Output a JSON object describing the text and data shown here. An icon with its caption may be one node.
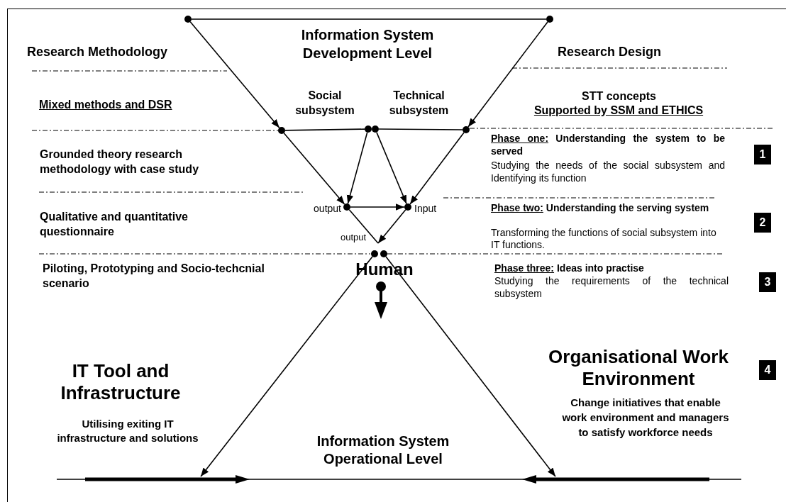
{
  "diagram": {
    "nodes": [
      {
        "text": [],
        "shape": "circle"
      },
      {
        "text": [],
        "shape": "circle"
      },
      {
        "text": [],
        "shape": "circle"
      },
      {
        "text": [],
        "shape": "circle"
      },
      {
        "text": [],
        "shape": "circle"
      },
      {
        "text": [],
        "shape": "circle"
      },
      {
        "text": [],
        "shape": "circle",
        "beside": [
          "output"
        ]
      },
      {
        "text": [],
        "shape": "circle",
        "beside": [
          "Input"
        ]
      },
      {
        "text": [
          "output"
        ]
      },
      {
        "text": [],
        "shape": "circle"
      },
      {
        "text": [],
        "shape": "circle"
      }
    ],
    "edges": [
      {
        "from": 0,
        "to": 1,
        "arrow": "none"
      },
      {
        "from": 0,
        "to": 2,
        "arrow": "to"
      },
      {
        "from": 1,
        "to": 5,
        "arrow": "to"
      },
      {
        "from": 2,
        "to": 3,
        "arrow": "none"
      },
      {
        "from": 4,
        "to": 5,
        "arrow": "none"
      },
      {
        "from": 2,
        "to": 6,
        "arrow": "to"
      },
      {
        "from": 3,
        "to": 6,
        "arrow": "to"
      },
      {
        "from": 4,
        "to": 7,
        "arrow": "to"
      },
      {
        "from": 5,
        "to": 7,
        "arrow": "to"
      },
      {
        "from": 6,
        "to": 7,
        "arrow": "to"
      },
      {
        "from": 6,
        "to": 8,
        "arrow": "none"
      },
      {
        "from": 7,
        "to": 8,
        "arrow": "to"
      },
      {
        "from": 9,
        "to": null,
        "arrow": "to"
      },
      {
        "from": 10,
        "to": null,
        "arrow": "to"
      }
    ],
    "labels": [
      "Research Methodology",
      "Information System Development Level",
      "Research Design",
      "Mixed methods and DSR",
      "Social subsystem",
      "Technical subsystem",
      "STT concepts",
      "Supported by SSM and ETHICS",
      "Grounded theory research methodology with case study",
      "Phase one:",
      "Understanding the system to be served",
      "Studying the needs of the social subsystem and Identifying its function",
      "1",
      "Qualitative and quantitative questionnaire",
      "Phase two:",
      "Understanding the serving system",
      "Transforming the functions of social subsystem into IT functions.",
      "2",
      "Piloting, Prototyping and Socio-techcnial scenario",
      "Human",
      "Phase three:",
      "Ideas into practise",
      "Studying the requirements of the technical subsystem",
      "3",
      "4",
      "IT Tool and Infrastructure",
      "Organisational Work Environment",
      "Utilising exiting IT infrastructure and solutions",
      "Change initiatives that enable work environment and managers to satisfy workforce needs",
      "Information System Operational Level"
    ]
  }
}
